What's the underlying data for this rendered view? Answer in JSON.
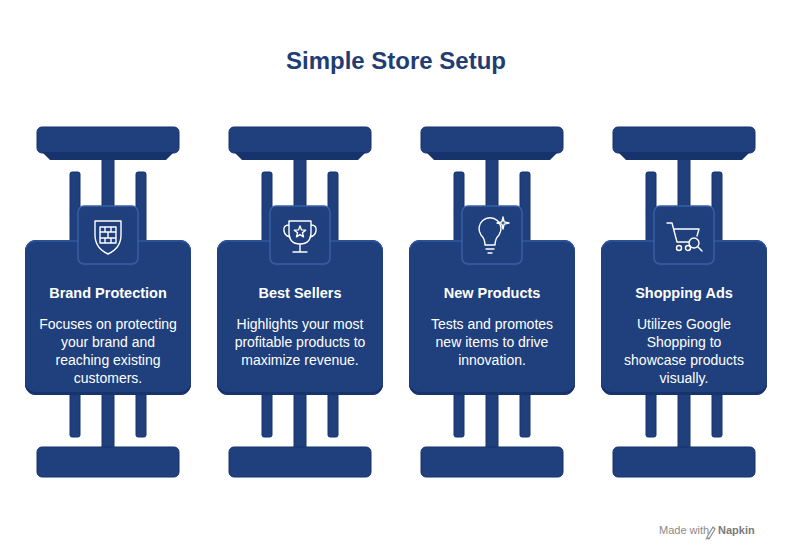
{
  "diagram": {
    "title": "Simple Store Setup",
    "nodes": [
      {
        "text": [
          "Brand Protection",
          "Focuses on protecting your brand and reaching existing customers."
        ]
      },
      {
        "text": [
          "Best Sellers",
          "Highlights your most profitable products to maximize revenue."
        ]
      },
      {
        "text": [
          "New Products",
          "Tests and promotes new items to drive innovation."
        ]
      },
      {
        "text": [
          "Shopping Ads",
          "Utilizes Google Shopping to showcase products visually."
        ]
      }
    ],
    "labels": [
      "Made with",
      "Napkin"
    ]
  }
}
